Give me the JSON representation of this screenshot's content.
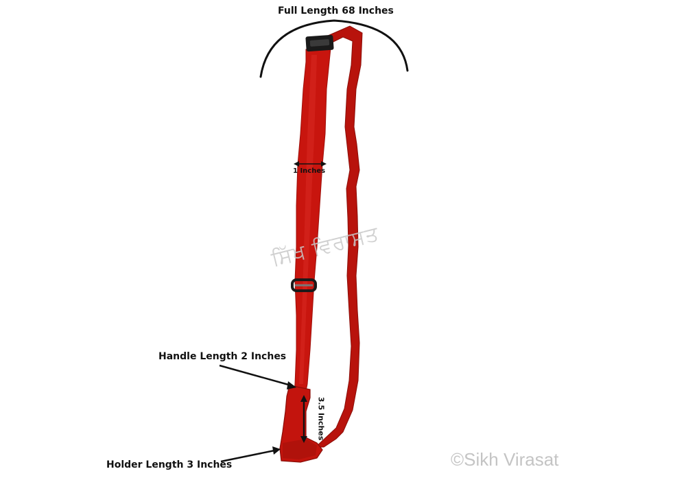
{
  "annotations": {
    "full_length": "Full Length 68 Inches",
    "width": "1 Inches",
    "handle_length": "Handle Length 2 Inches",
    "holder_length": "Holder Length 3 Inches",
    "holder_height": "3.5 Inches"
  },
  "watermarks": {
    "gurmukhi": "ਸਿੱਖ ਵਿਰਾਸਤ",
    "copyright": "©Sikh Virasat"
  },
  "colors": {
    "strap": "#c8150e",
    "strap_dark": "#9e0f0a",
    "strap_shadow": "#7a0c08",
    "buckle": "#1a1a1a",
    "annotation": "#111111"
  }
}
